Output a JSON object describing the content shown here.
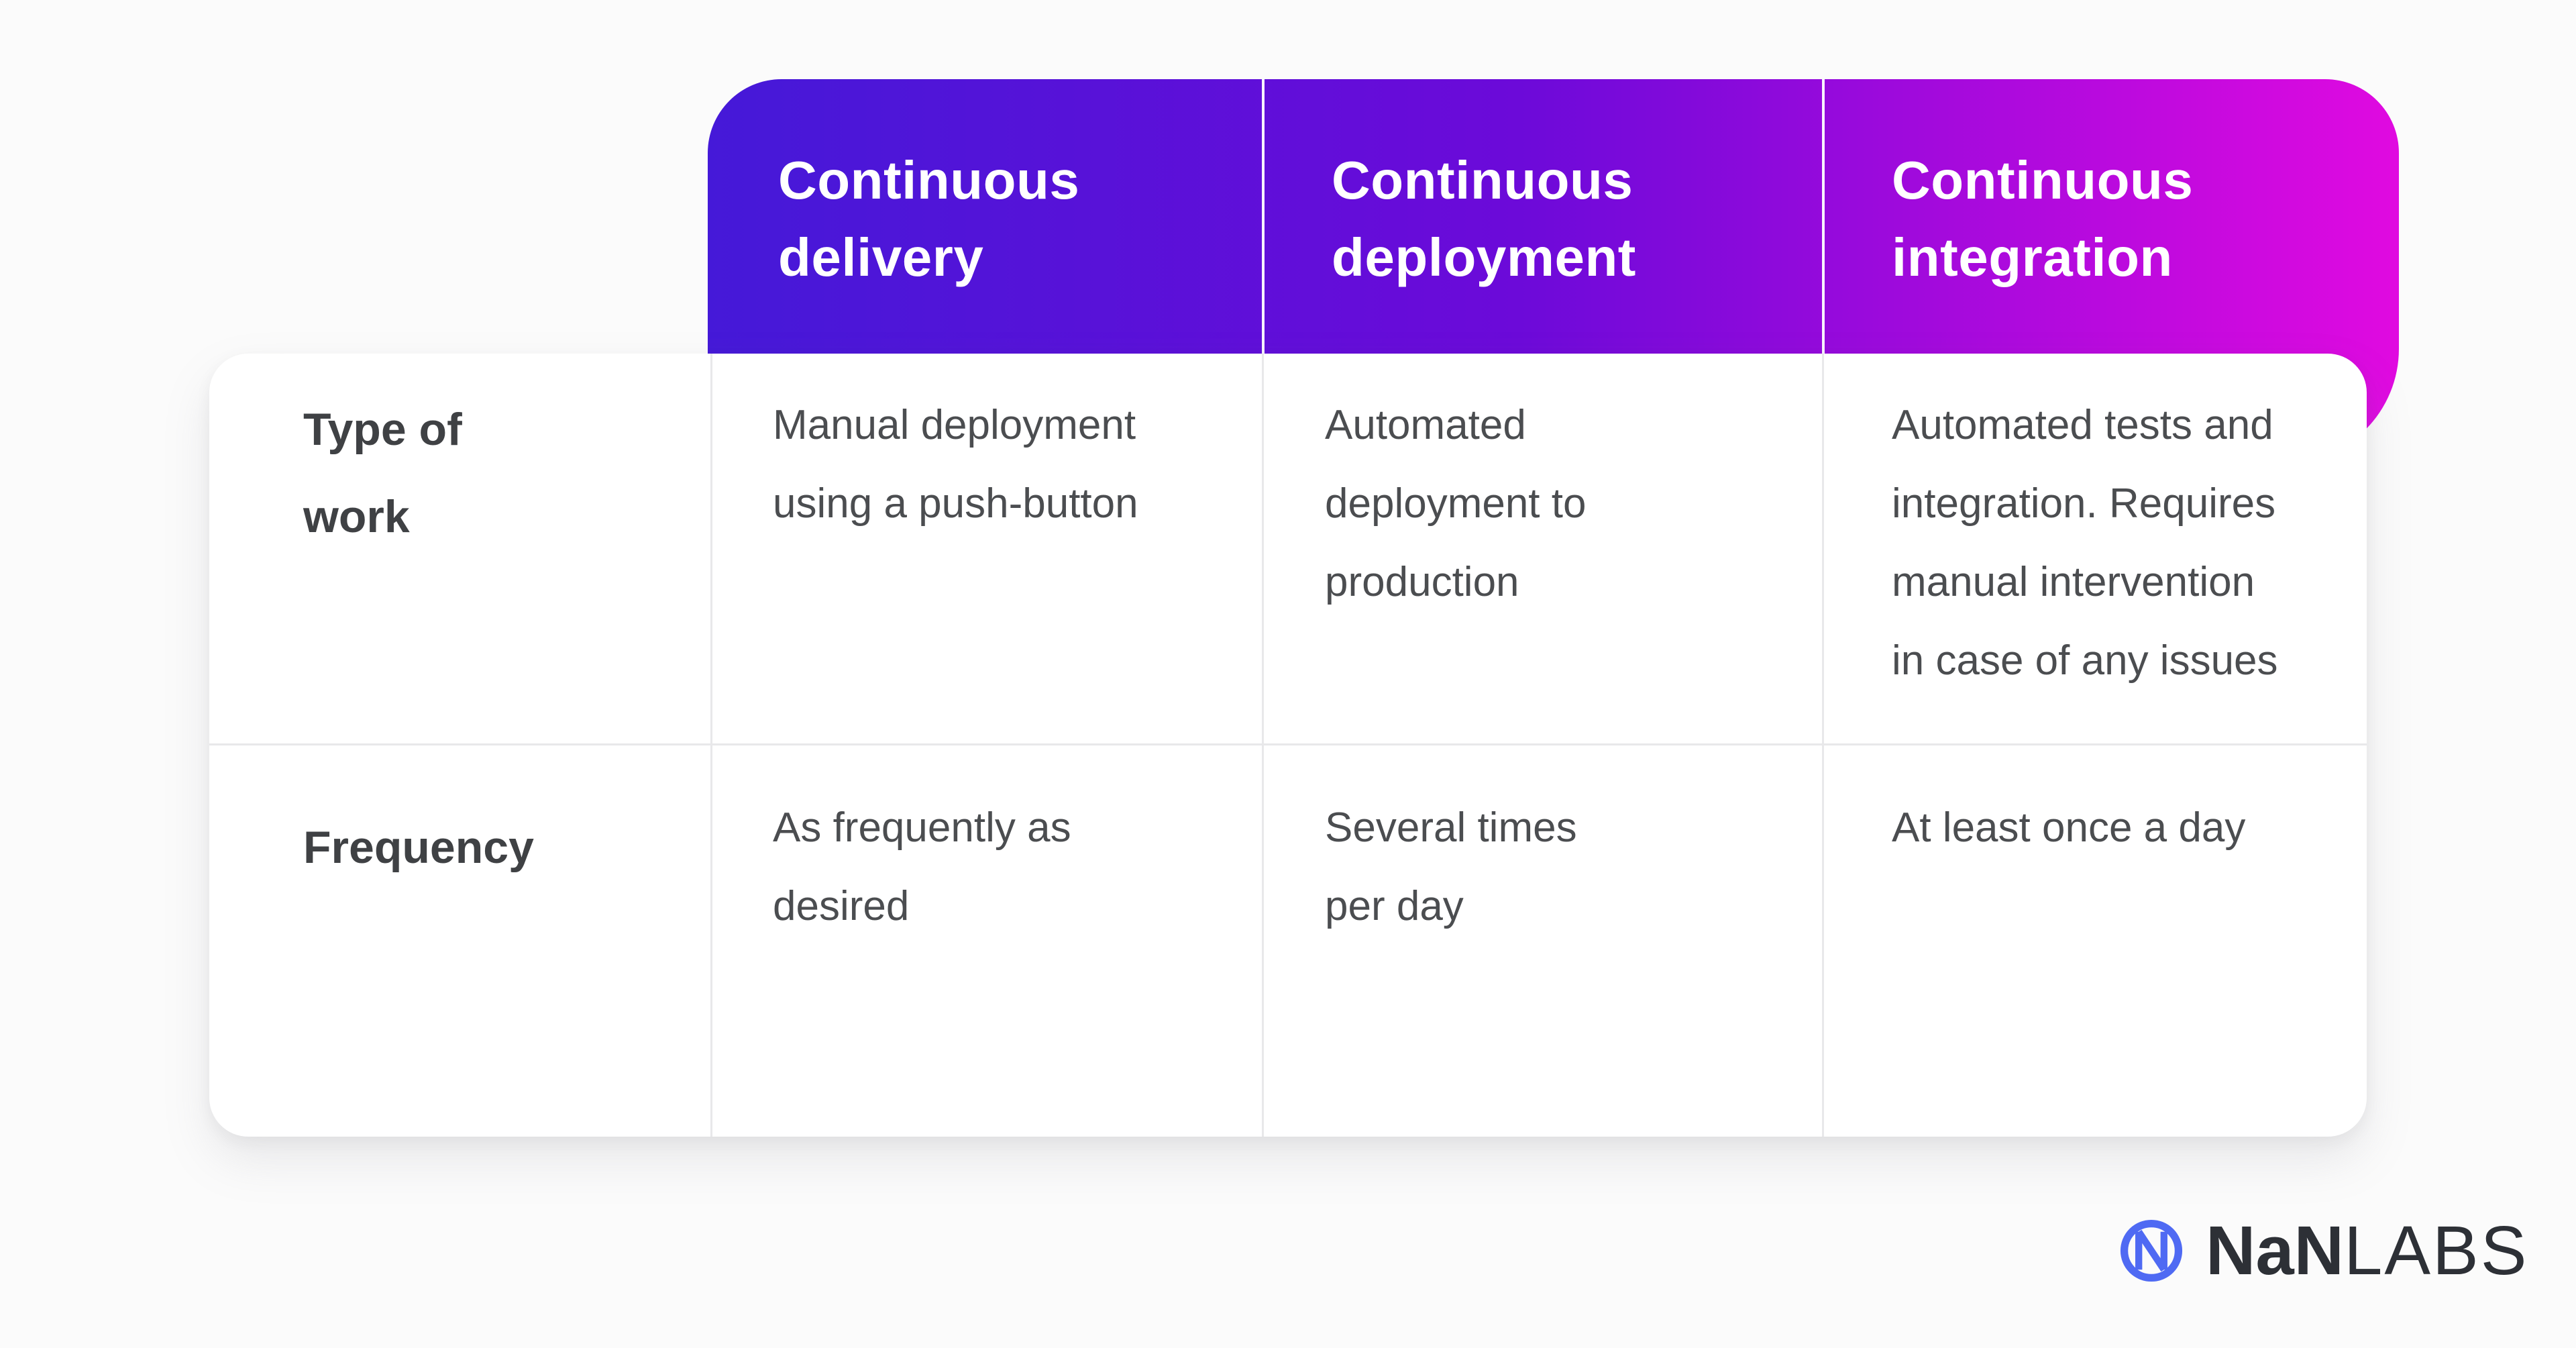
{
  "theme": {
    "page_bg": "#fbfbfb",
    "card_bg": "#ffffff",
    "header_gradient_from": "#4519d8",
    "header_gradient_mid": "#6c0ad9",
    "header_gradient_to": "#e00ae0",
    "header_text": "#ffffff",
    "grid_line": "#e8e8ea",
    "label_text": "#3f4144",
    "cell_text": "#4b4d50",
    "logo_blue": "#4f6af3",
    "logo_text": "#2d3036"
  },
  "table": {
    "header": {
      "columns": [
        {
          "label": "Continuous\ndelivery"
        },
        {
          "label": "Continuous\ndeployment"
        },
        {
          "label": "Continuous\nintegration"
        }
      ]
    },
    "rows": [
      {
        "label": "Type of\nwork",
        "cells": [
          "Manual deployment\nusing a push-button",
          "Automated\ndeployment to\nproduction",
          "Automated tests and\nintegration. Requires\nmanual intervention\nin case of any issues"
        ]
      },
      {
        "label": "Frequency",
        "cells": [
          "As frequently as\ndesired",
          "Several times\nper day",
          "At least once a day"
        ]
      }
    ]
  },
  "branding": {
    "logo_mark": "nan-circle-n-icon",
    "logo_text_bold": "NaN",
    "logo_text_light": "LABS"
  }
}
